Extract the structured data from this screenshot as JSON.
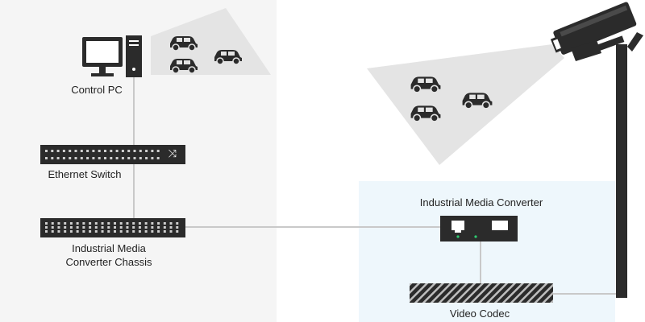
{
  "labels": {
    "control_pc": "Control PC",
    "ethernet_switch": "Ethernet Switch",
    "chassis_line1": "Industrial Media",
    "chassis_line2": "Converter Chassis",
    "industrial_media_converter": "Industrial Media Converter",
    "video_codec": "Video Codec"
  },
  "icons": {
    "computer": "computer-icon",
    "car": "car-icon",
    "camera": "security-camera-icon",
    "switch_symbol": "shuffle-icon"
  },
  "colors": {
    "device_dark": "#2b2b2b",
    "view_cone": "#e4e4e4",
    "left_panel_bg": "#f5f5f5",
    "right_panel_bg": "#eef7fc",
    "connector_line": "#c9c9c9",
    "led_green": "#2ecc71"
  }
}
